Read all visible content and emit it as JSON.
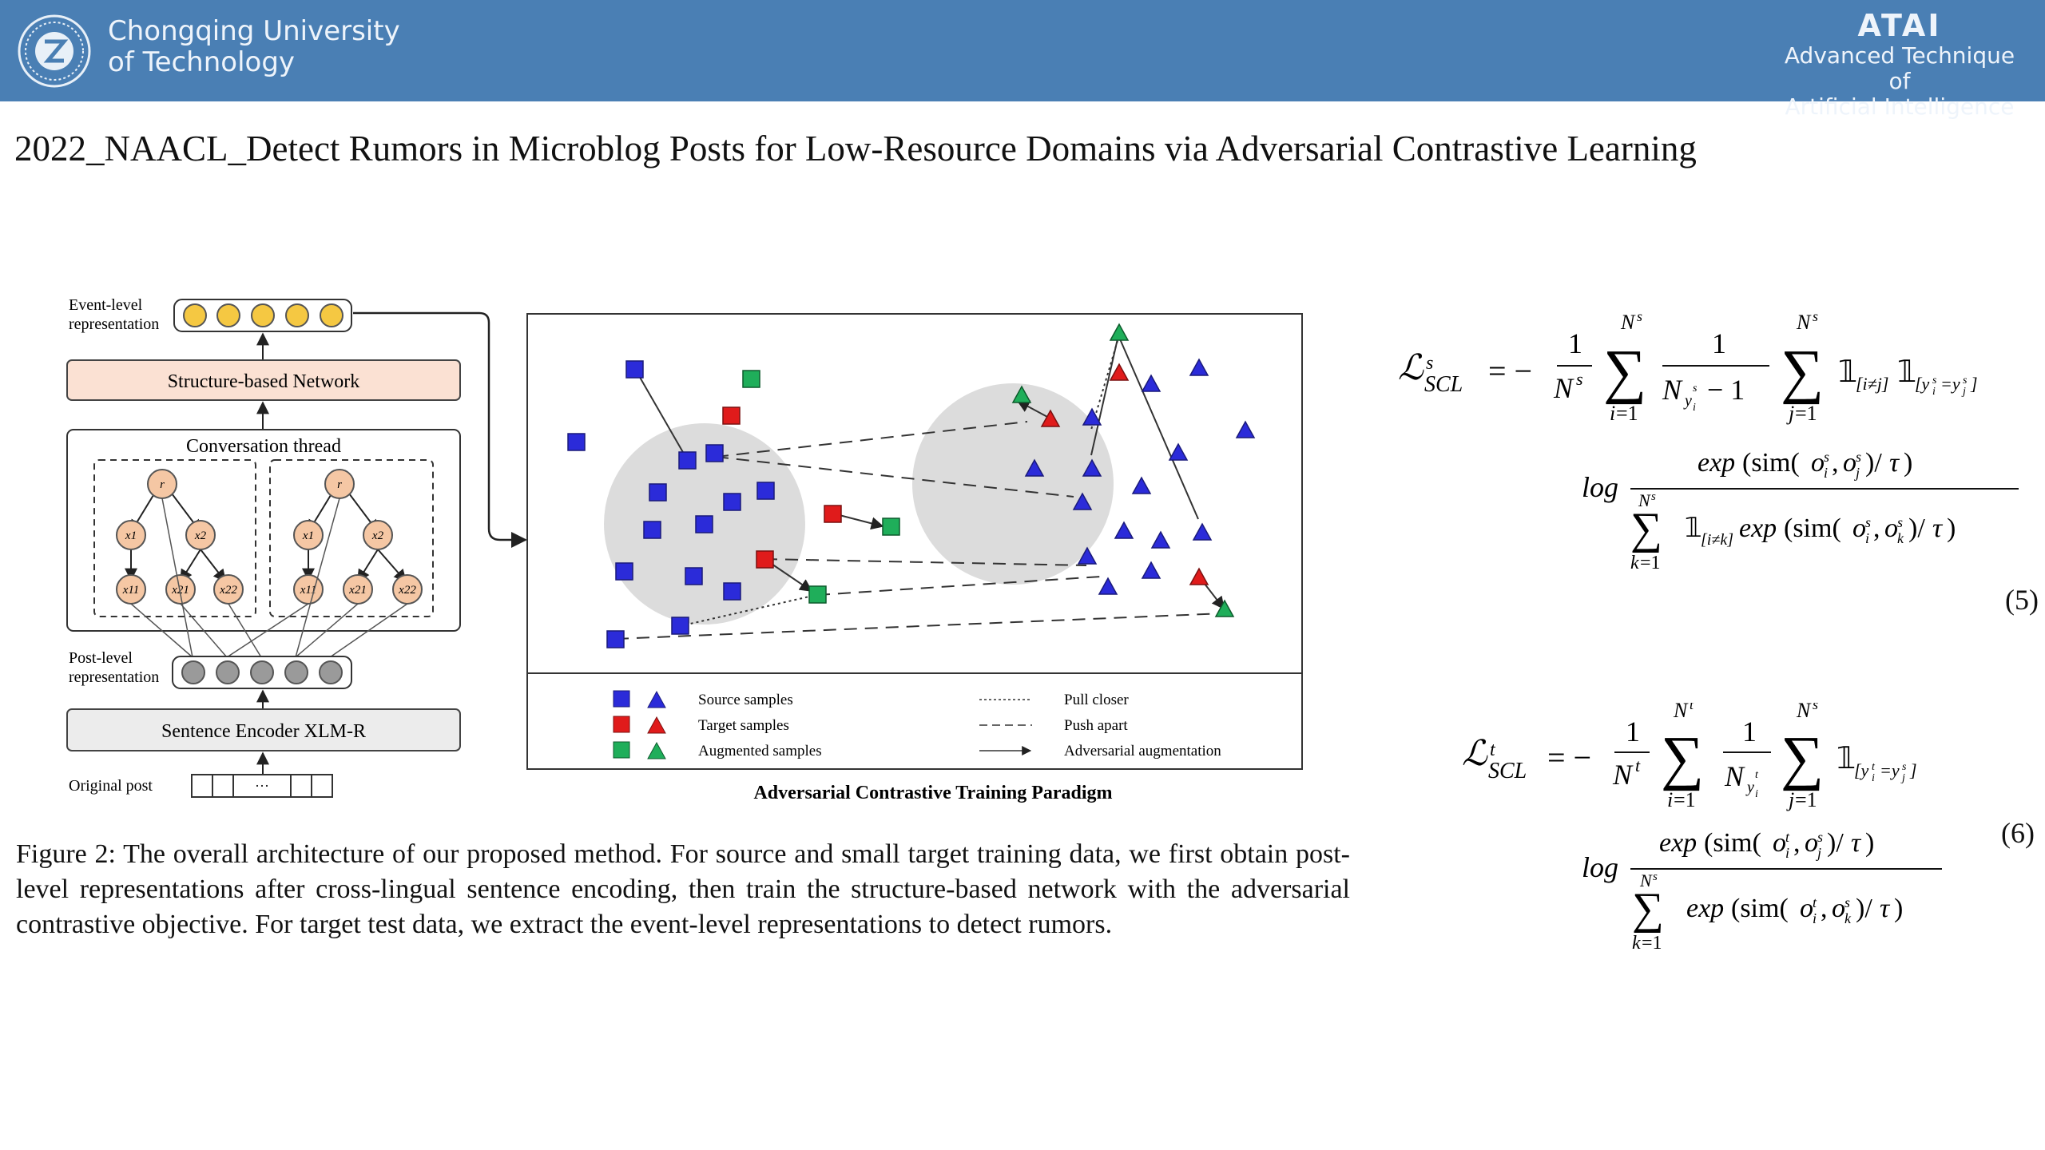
{
  "header": {
    "university_line1": "Chongqing University",
    "university_line2": "of Technology",
    "lab_name": "ATAI",
    "lab_line1": "Advanced Technique of",
    "lab_line2": "Artificial  Intelligence",
    "bar_color": "#4a7fb4"
  },
  "page": {
    "title": "2022_NAACL_Detect Rumors in Microblog Posts for Low-Resource Domains via Adversarial Contrastive Learning"
  },
  "figure": {
    "event_label_line1": "Event-level",
    "event_label_line2": "representation",
    "structure_network": "Structure-based Network",
    "conversation_thread": "Conversation thread",
    "post_label_line1": "Post-level",
    "post_label_line2": "representation",
    "sentence_encoder": "Sentence Encoder XLM-R",
    "original_post": "Original post",
    "tree_nodes": {
      "root": "r",
      "x1": "x1",
      "x2": "x2",
      "x11": "x11",
      "x21": "x21",
      "x22": "x22"
    },
    "legend": {
      "source": "Source samples",
      "target": "Target samples",
      "augmented": "Augmented samples",
      "pull": "Pull closer",
      "push": "Push apart",
      "adv": "Adversarial augmentation"
    },
    "paradigm_title": "Adversarial Contrastive Training Paradigm",
    "colors": {
      "source": "#2b2bd9",
      "target": "#e01b1b",
      "augmented": "#1fae5a",
      "node_fill": "#f5c7a4",
      "network_fill": "#fbe1d3",
      "event_node": "#f5c842",
      "post_node": "#9a9a9a"
    }
  },
  "caption": "Figure 2:  The overall architecture of our proposed method.  For source and small target training data, we first obtain post-level representations after cross-lingual sentence encoding, then train the structure-based network with the adversarial contrastive objective. For target test data, we extract the event-level representations to detect rumors.",
  "equations": {
    "eq5_number": "(5)",
    "eq6_number": "(6)"
  }
}
